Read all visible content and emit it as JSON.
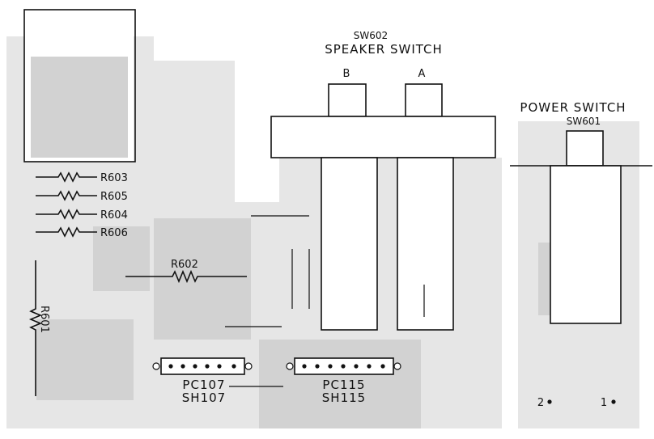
{
  "colors": {
    "ink": "#111111",
    "board": "#e6e6e6",
    "board_dark": "#d2d2d2",
    "paper": "#ffffff"
  },
  "speaker_switch": {
    "ref": "SW602",
    "title": "SPEAKER SWITCH",
    "button_b": "B",
    "button_a": "A"
  },
  "power_switch": {
    "title": "POWER SWITCH",
    "ref": "SW601",
    "pin_left": "2",
    "pin_right": "1"
  },
  "resistors": {
    "r603": "R603",
    "r605": "R605",
    "r604": "R604",
    "r606": "R606",
    "r602": "R602",
    "r601": "R601"
  },
  "connectors": {
    "pc107": "PC107",
    "sh107": "SH107",
    "pc115": "PC115",
    "sh115": "SH115"
  }
}
